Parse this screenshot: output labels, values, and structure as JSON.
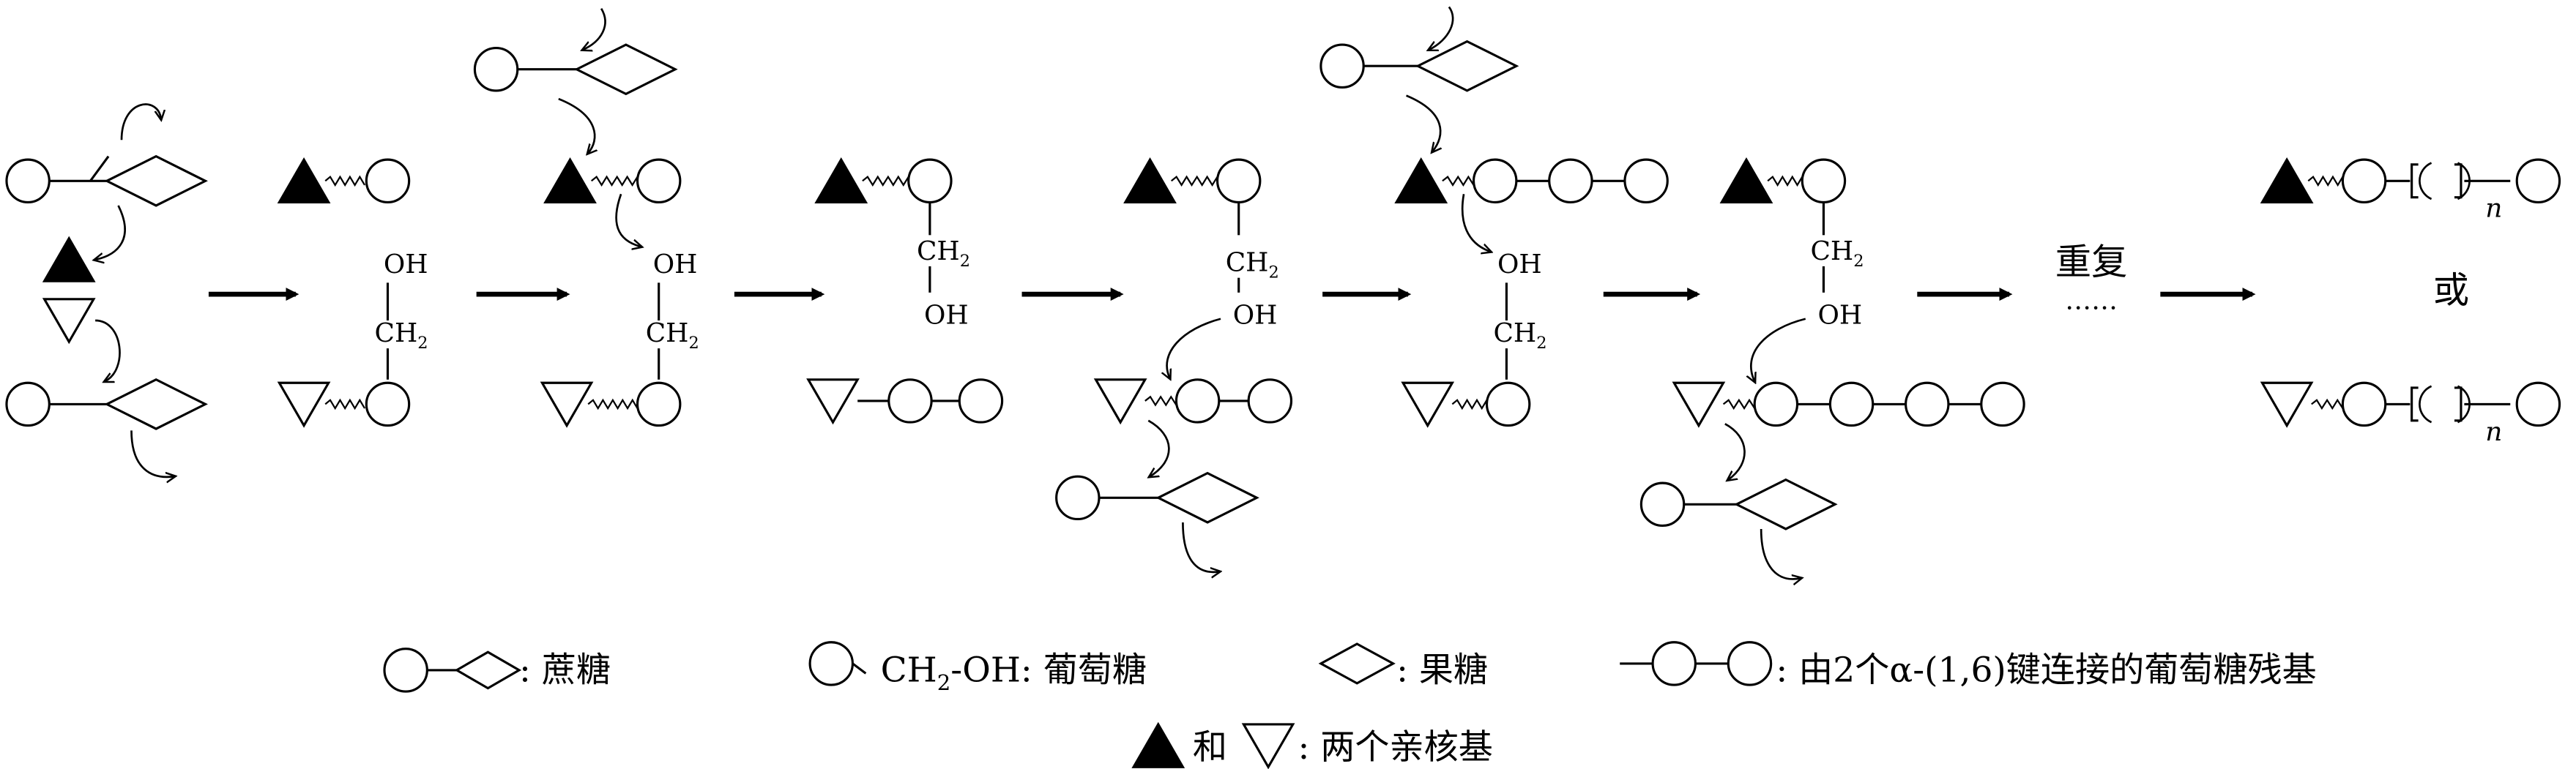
{
  "labels": {
    "oh": "OH",
    "ch2": "CH",
    "sub2": "2",
    "repeat": "重复",
    "dots": "……",
    "or": "或",
    "n": "n"
  },
  "legend": {
    "sucrose": ": 蔗糖",
    "glucose_prefix": "CH",
    "glucose_sub": "2",
    "glucose_suffix": "-OH: 葡萄糖",
    "fructose": ": 果糖",
    "linked": ": 由2个α-(1,6)键连接的葡萄糖残基",
    "nucleophile_and": "和",
    "nucleophile": ": 两个亲核基"
  },
  "colors": {
    "ink": "#000000",
    "paper": "#ffffff"
  },
  "icons": [
    "filled-triangle-icon",
    "open-triangle-icon",
    "circle-icon",
    "diamond-icon",
    "wavy-bond-icon",
    "curved-arrow-icon",
    "reaction-arrow-icon"
  ]
}
